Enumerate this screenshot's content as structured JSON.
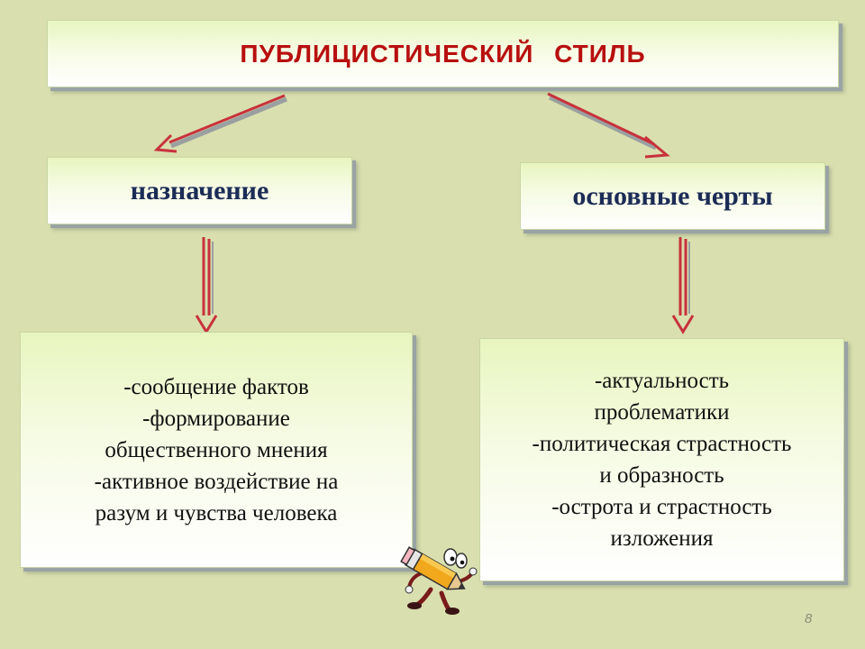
{
  "title": "ПУБЛИЦИСТИЧЕСКИЙ  СТИЛЬ",
  "left": {
    "heading": "назначение",
    "lines": [
      "-сообщение фактов",
      "-формирование",
      "общественного мнения",
      "-активное  воздействие  на",
      "разум и чувства  человека"
    ]
  },
  "right": {
    "heading": "основные черты",
    "lines": [
      "-актуальность",
      "проблематики",
      "-политическая  страстность",
      "и образность",
      "-острота  и страстность",
      "изложения"
    ]
  },
  "slide_number": "8",
  "colors": {
    "background": "#d9dfae",
    "title_text": "#b80f0f",
    "heading_text": "#1c2c56",
    "arrow": "#c8323c"
  },
  "decoration_icon": "pencil-character-icon"
}
